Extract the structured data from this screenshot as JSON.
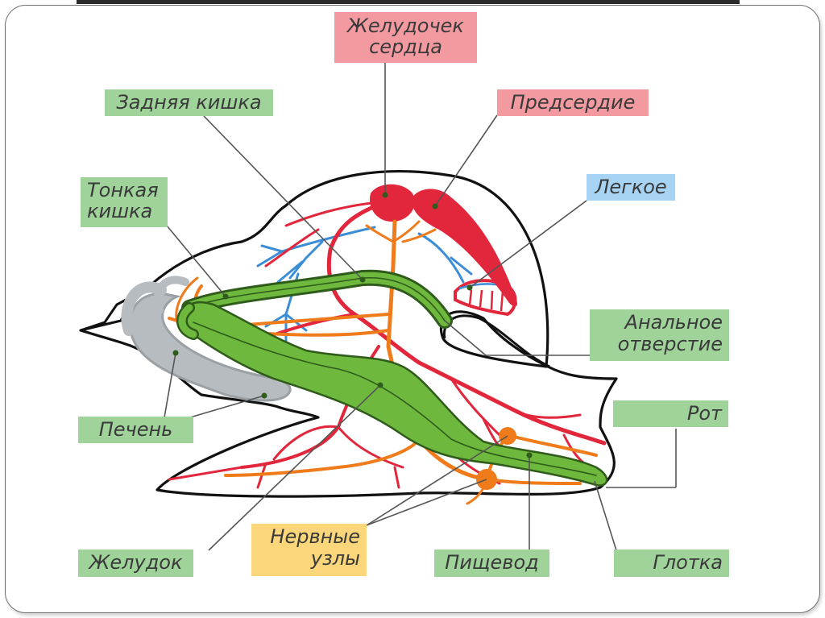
{
  "colors": {
    "label_green": "#9fd39a",
    "label_red": "#f39aa1",
    "label_blue": "#a7d4f5",
    "label_yellow": "#fbd67a",
    "circulatory": "#e2263b",
    "nervous": "#ef7b1a",
    "lung": "#3b8ed6",
    "digestive": "#6eb83e",
    "liver": "#aeb4b9",
    "outline": "#111111"
  },
  "labels": {
    "heart_ventricle": "Желудочек\nсердца",
    "atrium": "Предсердие",
    "hindgut": "Задняя кишка",
    "lung": "Легкое",
    "small_intestine": "Тонкая\nкишка",
    "anal_opening": "Анальное\nотверстие",
    "mouth": "Рот",
    "liver": "Печень",
    "stomach": "Желудок",
    "nerve_ganglia": "Нервные\nузлы",
    "esophagus": "Пищевод",
    "pharynx": "Глотка"
  }
}
